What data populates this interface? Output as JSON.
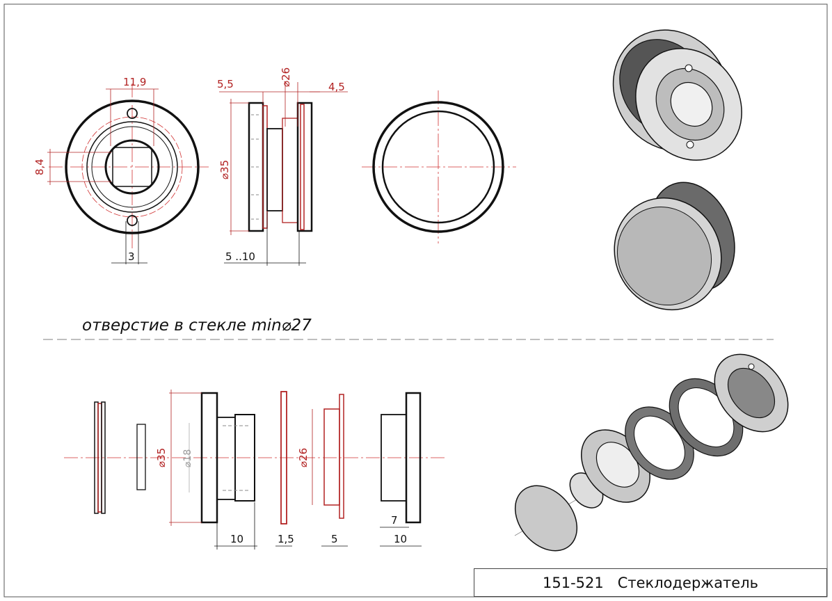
{
  "caption": "отверстие в стекле min⌀27",
  "title_block": {
    "code": "151-521",
    "name": "Стеклодержатель"
  },
  "dimensions": {
    "d_11_9": "11,9",
    "d_8_4": "8,4",
    "d_3": "3",
    "d_5_5": "5,5",
    "d_phi26_top": "⌀26",
    "d_4_5": "4,5",
    "d_phi35_top": "⌀35",
    "d_5_10": "5 ..10",
    "d_phi35_bot": "⌀35",
    "d_phi18": "⌀18",
    "d_10_a": "10",
    "d_1_5": "1,5",
    "d_phi26_bot": "⌀26",
    "d_5": "5",
    "d_7": "7",
    "d_10_b": "10"
  },
  "colors": {
    "dimension": "#b22222",
    "line": "#111111",
    "centerline": "#d03030",
    "separator": "#999999"
  }
}
